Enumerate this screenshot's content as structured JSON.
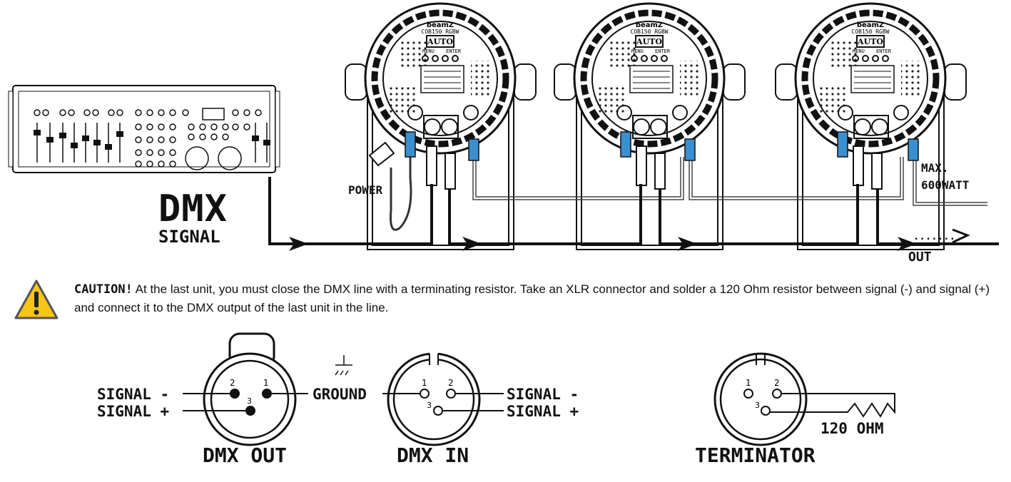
{
  "top": {
    "signal_label_1": "DMX",
    "signal_label_2": "SIGNAL",
    "power_label": "POWER",
    "max_label_1": "MAX.",
    "max_label_2": "600WATT",
    "out_label": "OUT",
    "out_dots": ".......",
    "fixture_brand": "beamZ",
    "fixture_model": "COB150 RGBW",
    "fixture_mode": "AUTO",
    "fixture_menu": "MENU",
    "fixture_enter": "ENTER"
  },
  "caution": {
    "title": "CAUTION!",
    "text": " At the last unit, you must close the DMX line with a terminating resistor. Take an XLR connector and solder a 120 Ohm resistor between signal (-) and signal (+) and connect it to the DMX output of the last unit in the line.",
    "icon": "warning-triangle-icon",
    "icon_color": "#f5c518"
  },
  "connectors": {
    "signal_minus": "SIGNAL -",
    "signal_plus": "SIGNAL +",
    "ground": "GROUND",
    "dmx_out": "DMX OUT",
    "dmx_in": "DMX IN",
    "terminator": "TERMINATOR",
    "ohm": "120 OHM",
    "pin1": "1",
    "pin2": "2",
    "pin3": "3"
  }
}
